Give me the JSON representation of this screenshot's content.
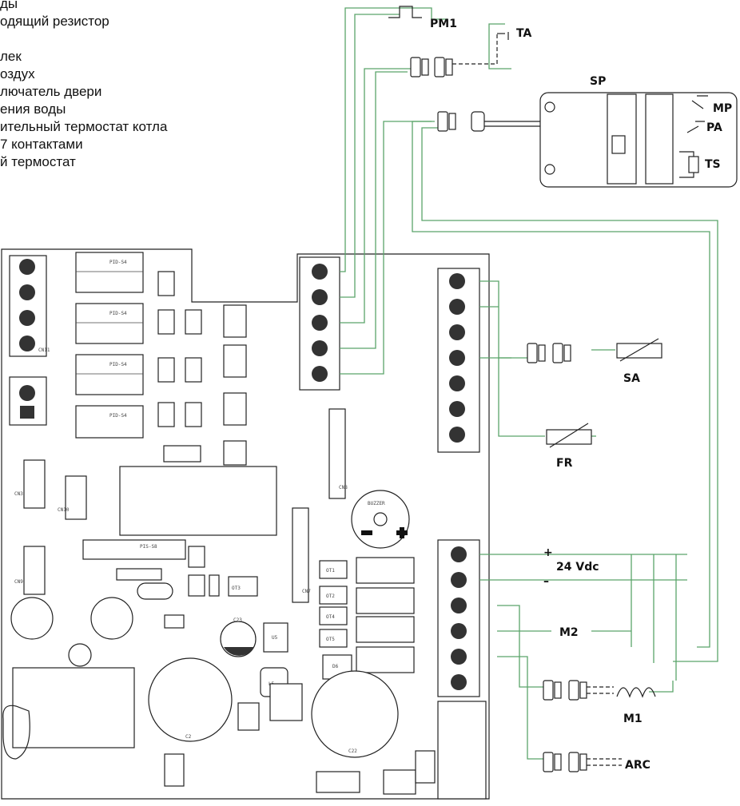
{
  "legend": [
    "ды",
    "одящий резистор",
    "",
    "лек",
    "оздух",
    "лючатель двери",
    "ения воды",
    "ительный термостат котла",
    "7 контактами",
    "й термостат"
  ],
  "labels": {
    "pm1": "PM1",
    "ta": "TA",
    "sp": "SP",
    "mp": "MP",
    "pa": "PA",
    "ts": "TS",
    "sa": "SA",
    "fr": "FR",
    "plus": "+",
    "minus": "–",
    "vdc": "24 Vdc",
    "m2": "M2",
    "m1": "M1",
    "arc": "ARC"
  },
  "board": {
    "relays": [
      "PID-S4",
      "PID-S4",
      "PID-S4",
      "PID-S4"
    ],
    "fuse": "PIS-S8",
    "optos": [
      "OT1",
      "OT2",
      "OT4",
      "OT5"
    ],
    "ot3": "OT3",
    "c23": "C23",
    "u5": "U5",
    "buzzer": "BUZZER",
    "connectors": [
      "CN3",
      "CN10",
      "CN9",
      "CN7",
      "CN8",
      "CN11"
    ],
    "l5": "L5",
    "d6": "D6",
    "c2": "C2",
    "c22": "C22"
  },
  "colors": {
    "wire": "#5aa46a",
    "ink": "#222222"
  }
}
